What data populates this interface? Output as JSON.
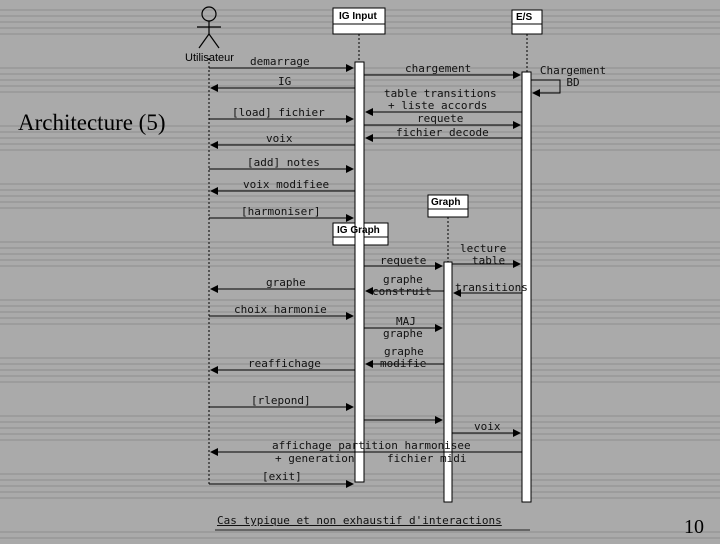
{
  "slide": {
    "title": "Architecture (5)",
    "page_number": "10",
    "footnote": "Cas typique et non exhaustif d'interactions"
  },
  "actor": {
    "label": "Utilisateur"
  },
  "participants": [
    {
      "id": "ig_input",
      "label": "IG Input"
    },
    {
      "id": "es",
      "label": "E/S"
    },
    {
      "id": "graph",
      "label": "Graph"
    },
    {
      "id": "ig_graph",
      "label": "IG Graph"
    }
  ],
  "notes": {
    "chargement_bd": "Chargement BD"
  },
  "messages": [
    {
      "id": "m1",
      "text": "demarrage"
    },
    {
      "id": "m2",
      "text": "chargement"
    },
    {
      "id": "m3",
      "text": "IG"
    },
    {
      "id": "m4",
      "text": "table transitions"
    },
    {
      "id": "m5",
      "text": "+ liste accords"
    },
    {
      "id": "m6",
      "text": "[load] fichier"
    },
    {
      "id": "m7",
      "text": "requete"
    },
    {
      "id": "m8",
      "text": "fichier decode"
    },
    {
      "id": "m9",
      "text": "voix"
    },
    {
      "id": "m10",
      "text": "[add] notes"
    },
    {
      "id": "m11",
      "text": "voix modifiee"
    },
    {
      "id": "m12",
      "text": "[harmoniser]"
    },
    {
      "id": "m13",
      "text": "lecture"
    },
    {
      "id": "m14",
      "text": "table"
    },
    {
      "id": "m15",
      "text": "requete"
    },
    {
      "id": "m16",
      "text": "graphe"
    },
    {
      "id": "m17",
      "text": "graphe"
    },
    {
      "id": "m18",
      "text": "construit"
    },
    {
      "id": "m19",
      "text": "transitions"
    },
    {
      "id": "m20",
      "text": "choix harmonie"
    },
    {
      "id": "m21",
      "text": "MAJ"
    },
    {
      "id": "m22",
      "text": "graphe"
    },
    {
      "id": "m23",
      "text": "graphe"
    },
    {
      "id": "m24",
      "text": "modifie"
    },
    {
      "id": "m25",
      "text": "reaffichage"
    },
    {
      "id": "m26",
      "text": "[rlepond]"
    },
    {
      "id": "m27",
      "text": "voix"
    },
    {
      "id": "m28",
      "text": "affichage partition harmonisee"
    },
    {
      "id": "m29",
      "text": "+ generation"
    },
    {
      "id": "m30",
      "text": "fichier midi"
    },
    {
      "id": "m31",
      "text": "[exit]"
    }
  ]
}
